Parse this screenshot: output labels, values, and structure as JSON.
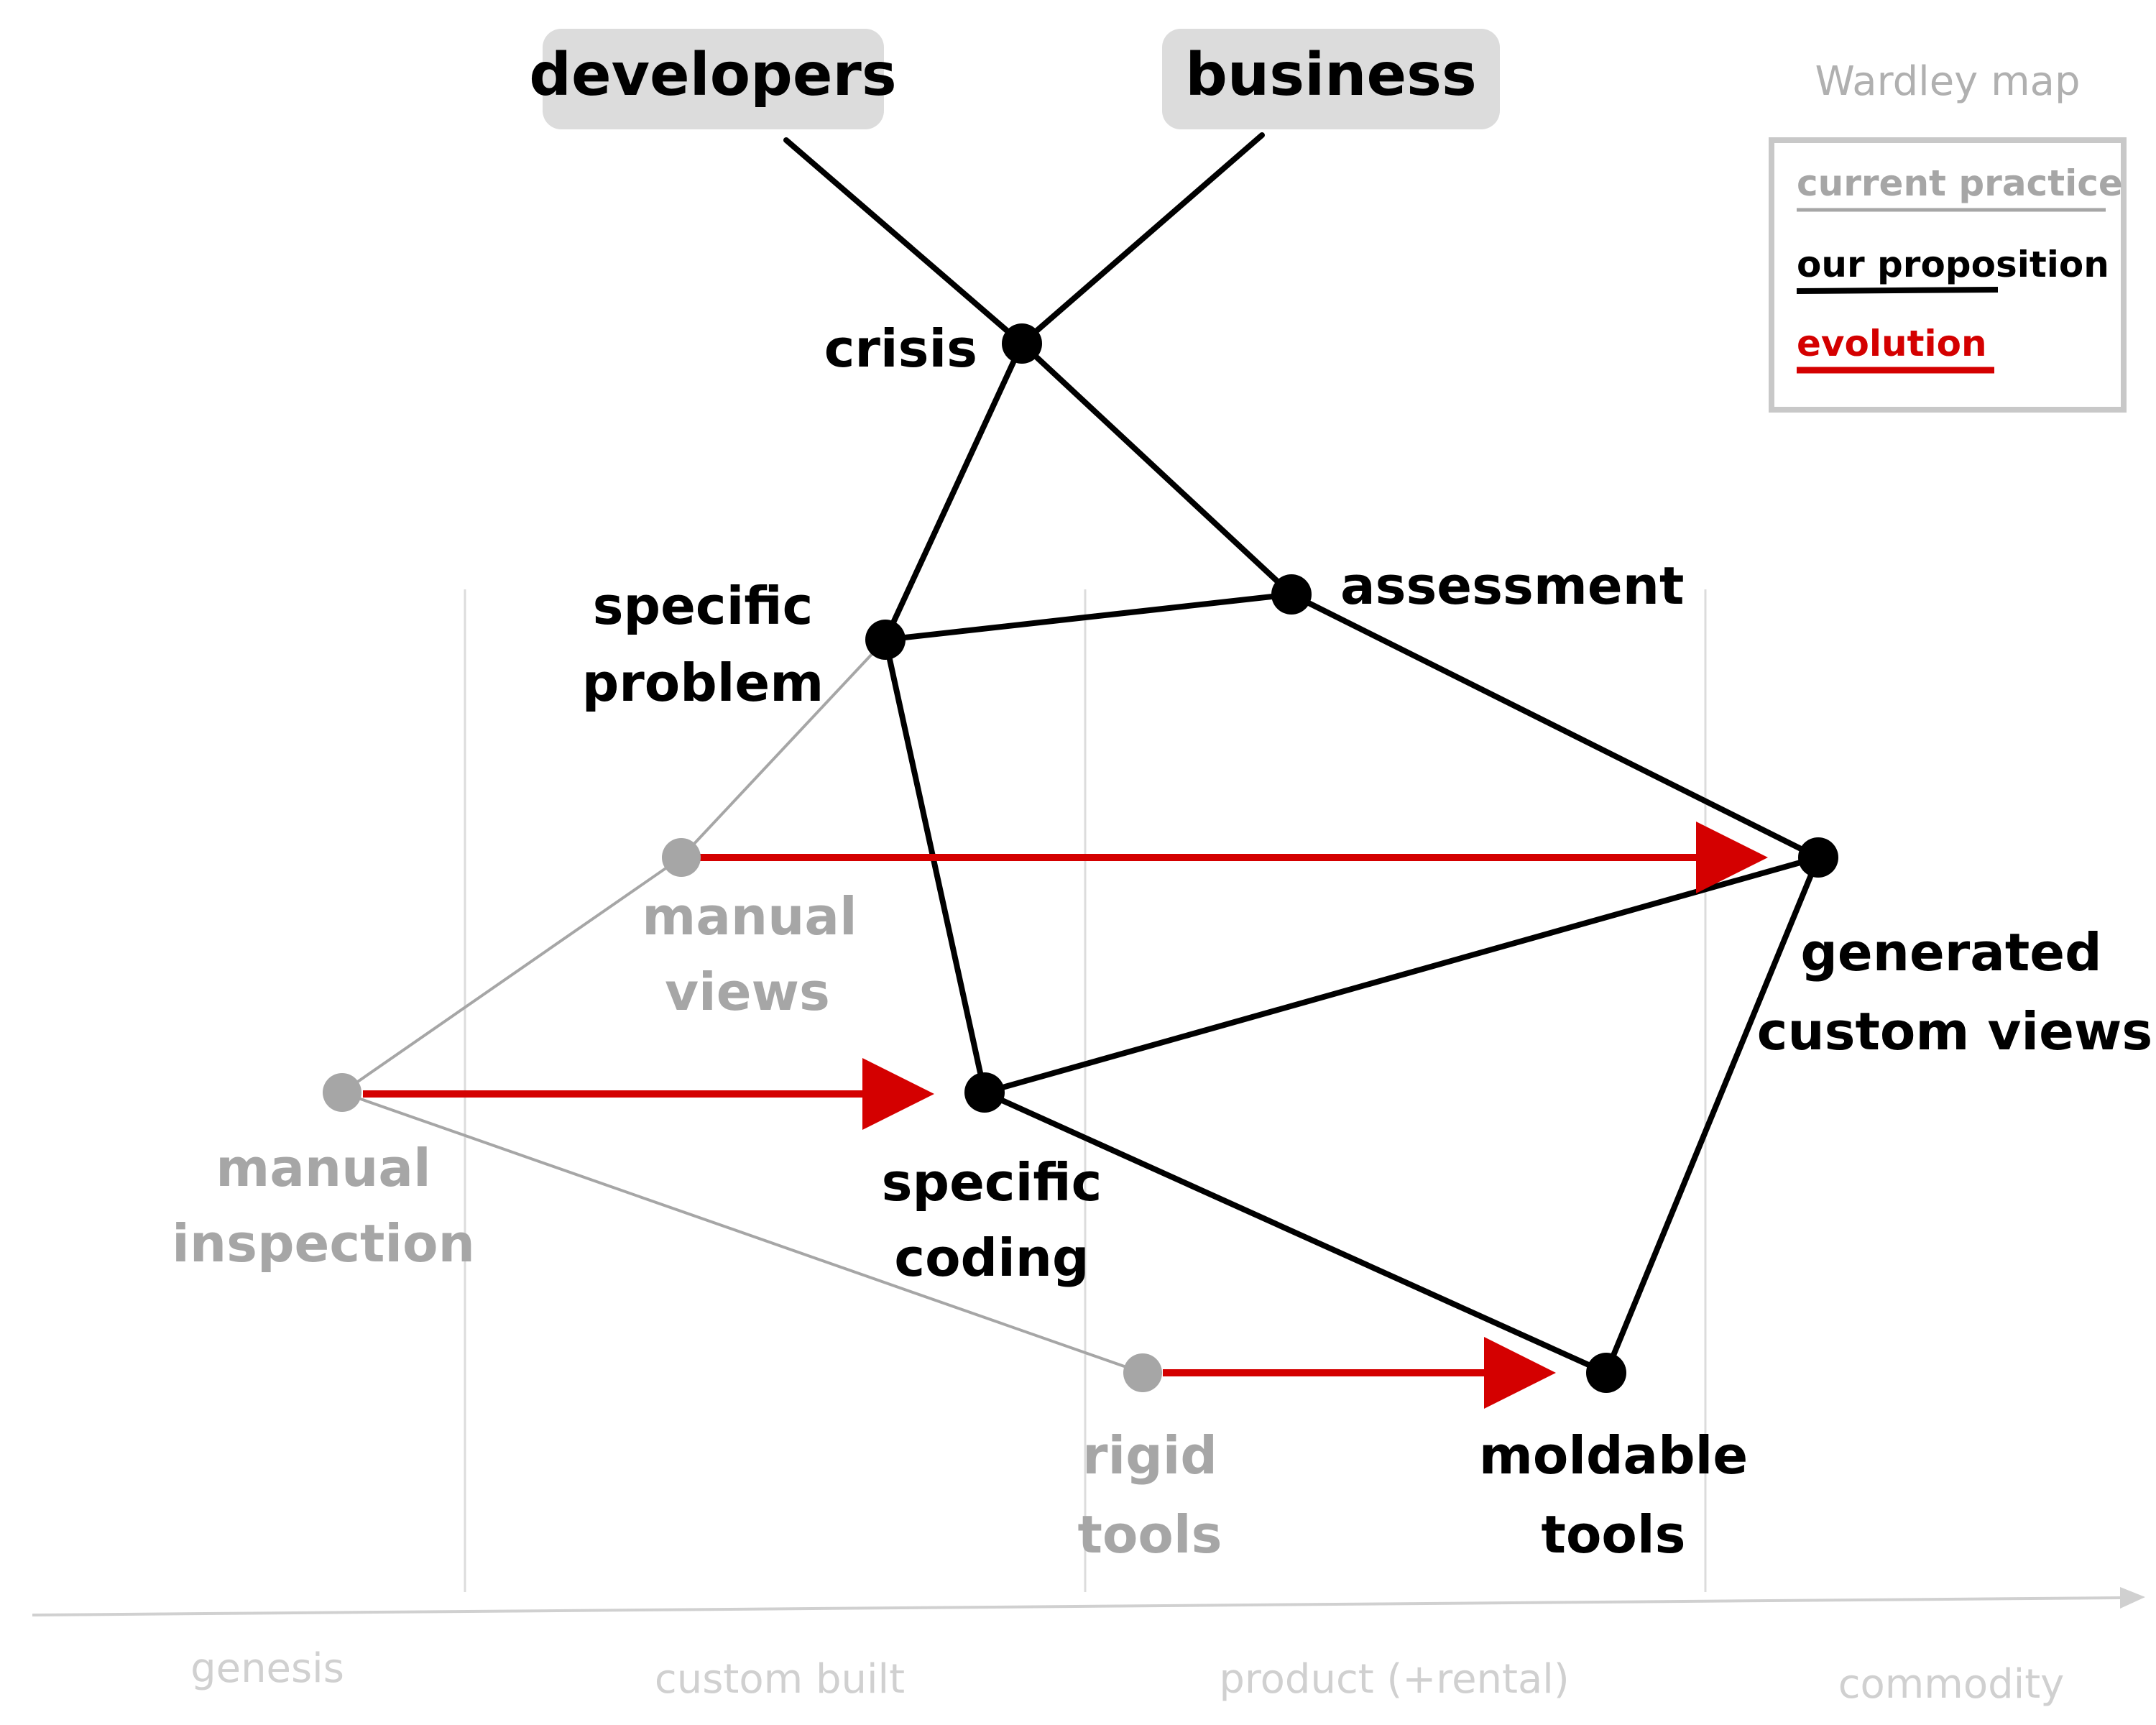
{
  "map_title": "Wardley map",
  "legend": {
    "current": "current practice",
    "proposition": "our proposition",
    "evolution": "evolution"
  },
  "users": {
    "developers": "developers",
    "business": "business"
  },
  "nodes": {
    "crisis": "crisis",
    "specific_problem_1": "specific",
    "specific_problem_2": "problem",
    "assessment": "assessment",
    "manual_views_1": "manual",
    "manual_views_2": "views",
    "manual_inspection_1": "manual",
    "manual_inspection_2": "inspection",
    "specific_coding_1": "specific",
    "specific_coding_2": "coding",
    "generated_views_1": "generated",
    "generated_views_2": "custom views",
    "rigid_tools_1": "rigid",
    "rigid_tools_2": "tools",
    "moldable_tools_1": "moldable",
    "moldable_tools_2": "tools"
  },
  "axis": {
    "stages": [
      "genesis",
      "custom built",
      "product (+rental)",
      "commodity"
    ]
  },
  "colors": {
    "proposition": "#000000",
    "current": "#a6a6a6",
    "evolution": "#d40000",
    "user_box": "#dcdcdc",
    "axis": "#d0d0d0"
  }
}
